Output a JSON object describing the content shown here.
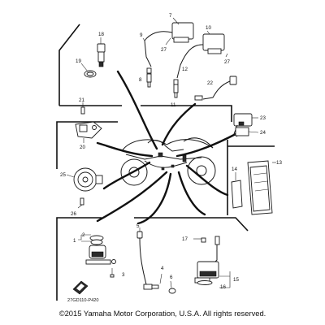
{
  "diagram": {
    "part_code": "27GD110-P420",
    "copyright": "©2015 Yamaha Motor Corporation, U.S.A. All rights reserved.",
    "callouts": {
      "c1": "1",
      "c2": "2",
      "c3": "3",
      "c4": "4",
      "c5": "5",
      "c6": "6",
      "c7": "7",
      "c8": "8",
      "c9": "9",
      "c10": "10",
      "c11": "11",
      "c12": "12",
      "c13": "13",
      "c14": "14",
      "c15": "15",
      "c16": "16",
      "c17": "17",
      "c18": "18",
      "c19": "19",
      "c20": "20",
      "c21": "21",
      "c22": "22",
      "c23": "23",
      "c24": "24",
      "c25": "25",
      "c26": "26",
      "c27a": "27",
      "c27b": "27"
    }
  }
}
